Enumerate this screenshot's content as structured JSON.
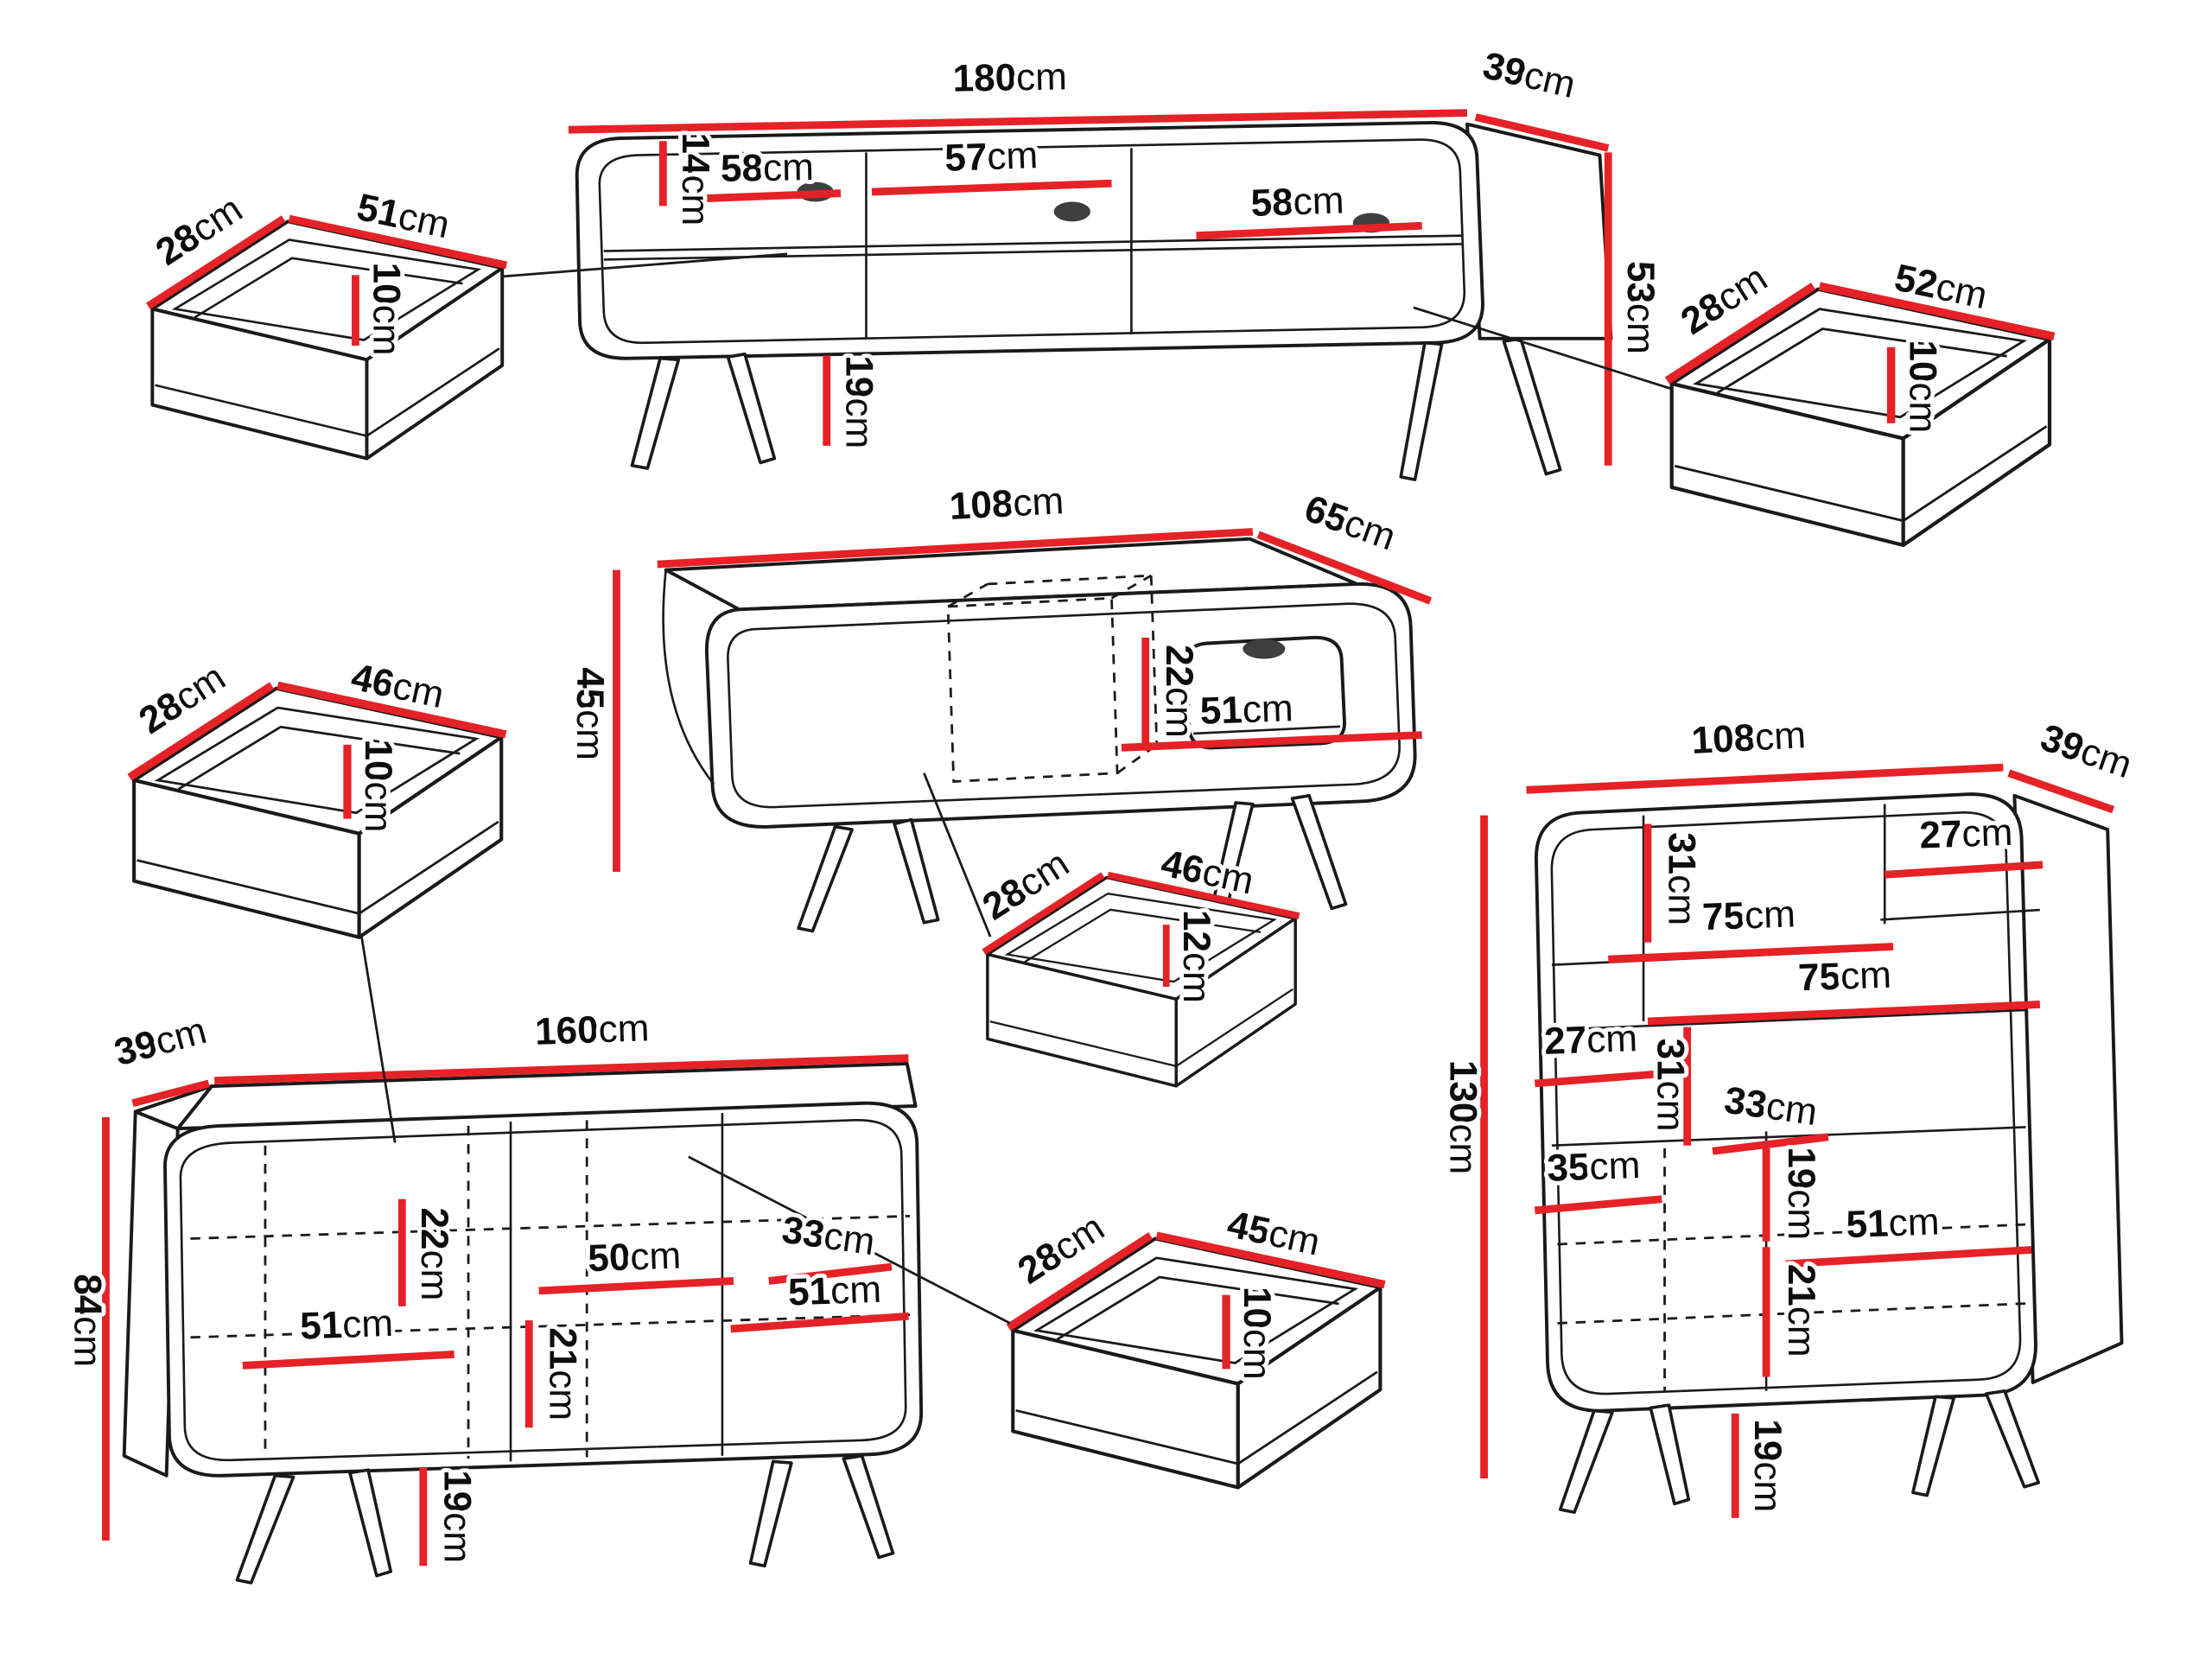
{
  "diagram": {
    "type": "furniture-dimension-diagram",
    "background": "#ffffff",
    "line_color": "#1a1a1a",
    "dimension_color": "#e52227",
    "pieces": [
      "tv-stand",
      "coffee-table",
      "sideboard",
      "bookcase",
      "drawers"
    ]
  },
  "unit": "cm",
  "dims": {
    "tv": {
      "width": "180",
      "depth": "39",
      "top_inset": "14",
      "shelf_left": "58",
      "shelf_mid": "57",
      "shelf_right": "58",
      "height": "53",
      "leg_height": "19"
    },
    "drawer_top_left": {
      "depth": "28",
      "width": "51",
      "height": "10"
    },
    "drawer_top_right": {
      "depth": "28",
      "width": "52",
      "height": "10"
    },
    "coffee": {
      "width": "108",
      "depth": "65",
      "height": "45",
      "opening_height": "22",
      "opening_width": "51"
    },
    "drawer_mid_left": {
      "depth": "28",
      "width": "46",
      "height": "10"
    },
    "drawer_mid_center": {
      "depth": "28",
      "width": "46",
      "height": "12"
    },
    "sideboard": {
      "depth": "39",
      "width": "160",
      "height": "84",
      "door_inner_height": "22",
      "shelf_width": "50",
      "side_section": "33",
      "inner_width_left": "51",
      "inner_width_right": "51",
      "lower_inner_height": "21",
      "leg_height": "19"
    },
    "drawer_bottom_center": {
      "depth": "28",
      "width": "45",
      "height": "10"
    },
    "bookcase": {
      "width": "108",
      "depth": "39",
      "height": "130",
      "top_section_height": "31",
      "top_right_width": "27",
      "shelf_upper": "75",
      "shelf_lower": "75",
      "left_width": "27",
      "mid_section_height": "31",
      "side_section": "33",
      "lower_left_width": "35",
      "inner_height_upper": "19",
      "inner_width": "51",
      "inner_height_lower": "21",
      "leg_height": "19"
    }
  }
}
